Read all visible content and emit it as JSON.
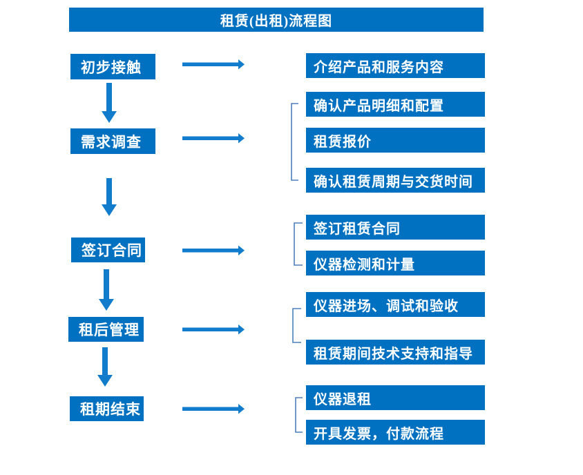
{
  "title": "租赁(出租)流程图",
  "colors": {
    "box_blue": "#0070C0",
    "arrow_blue": "#107CCB",
    "bracket_blue": "#4C7FBE",
    "text_white": "#FFFFFF",
    "background": "#FFFFFF"
  },
  "steps": [
    {
      "label": "初步接触",
      "outputs": [
        "介绍产品和服务内容"
      ]
    },
    {
      "label": "需求调查",
      "outputs": [
        "确认产品明细和配置",
        "租赁报价",
        "确认租赁周期与交货时间"
      ]
    },
    {
      "label": "签订合同",
      "outputs": [
        "签订租赁合同",
        "仪器检测和计量"
      ]
    },
    {
      "label": "租后管理",
      "outputs": [
        "仪器进场、调试和验收",
        "租赁期间技术支持和指导"
      ]
    },
    {
      "label": "租期结束",
      "outputs": [
        "仪器退租",
        "开具发票，付款流程"
      ]
    }
  ]
}
